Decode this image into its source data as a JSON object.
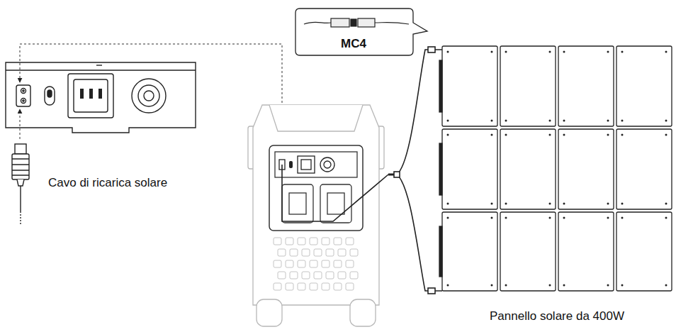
{
  "diagram": {
    "nodes": [
      {
        "text": [
          "MC4"
        ]
      }
    ],
    "labels": [
      "Cavo di ricarica solare",
      "Pannello solare da 400W"
    ]
  }
}
